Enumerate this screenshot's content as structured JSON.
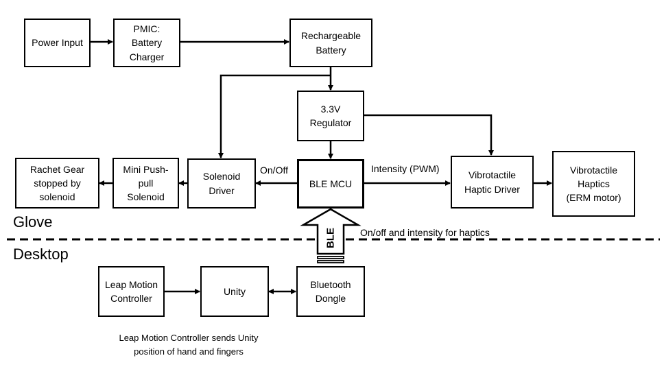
{
  "boxes": {
    "power_input": [
      "Power Input"
    ],
    "pmic": [
      "PMIC:",
      "Battery",
      "Charger"
    ],
    "battery": [
      "Rechargeable",
      "Battery"
    ],
    "regulator": [
      "3.3V",
      "Regulator"
    ],
    "ratchet": [
      "Rachet Gear",
      "stopped by",
      "solenoid"
    ],
    "solenoid": [
      "Mini Push-",
      "pull",
      "Solenoid"
    ],
    "solenoid_driver": [
      "Solenoid",
      "Driver"
    ],
    "ble_mcu": [
      "BLE MCU"
    ],
    "haptic_driver": [
      "Vibrotactile",
      "Haptic Driver"
    ],
    "haptics": [
      "Vibrotactile",
      "Haptics",
      "(ERM motor)"
    ],
    "leap": [
      "Leap Motion",
      "Controller"
    ],
    "unity": [
      "Unity"
    ],
    "dongle": [
      "Bluetooth",
      "Dongle"
    ]
  },
  "labels": {
    "onoff": "On/Off",
    "intensity": "Intensity (PWM)",
    "ble_arrow": "BLE",
    "ble_desc": "On/off and intensity for haptics"
  },
  "sections": {
    "glove": "Glove",
    "desktop": "Desktop"
  },
  "footnote": [
    "Leap Motion Controller sends Unity",
    "position of hand and fingers"
  ]
}
